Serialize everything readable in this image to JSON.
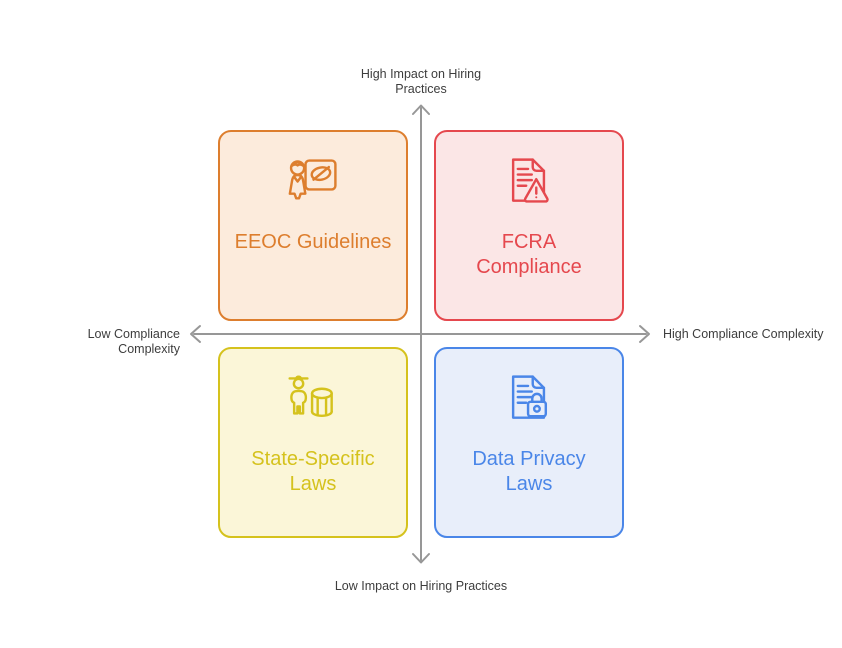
{
  "diagram": {
    "type": "quadrant-chart",
    "axes": {
      "top_label": "High Impact on Hiring Practices",
      "bottom_label": "Low Impact on Hiring Practices",
      "left_label": "Low Compliance Complexity",
      "right_label": "High Compliance Complexity"
    },
    "quadrants": [
      {
        "position": "top-left",
        "label": "EEOC Guidelines",
        "icon": "person-presentation-icon",
        "accent_color": "#DD7E2E",
        "fill_color": "#FCEBDC"
      },
      {
        "position": "top-right",
        "label": "FCRA Compliance",
        "icon": "document-warning-icon",
        "accent_color": "#E5484E",
        "fill_color": "#FBE6E6"
      },
      {
        "position": "bottom-left",
        "label": "State-Specific Laws",
        "icon": "person-column-icon",
        "accent_color": "#D5C21D",
        "fill_color": "#FBF6D8"
      },
      {
        "position": "bottom-right",
        "label": "Data Privacy Laws",
        "icon": "document-lock-icon",
        "accent_color": "#4A86E8",
        "fill_color": "#E8EEFA"
      }
    ],
    "axis_color": "#979797",
    "axis_label_color": "#3D3D3D"
  }
}
